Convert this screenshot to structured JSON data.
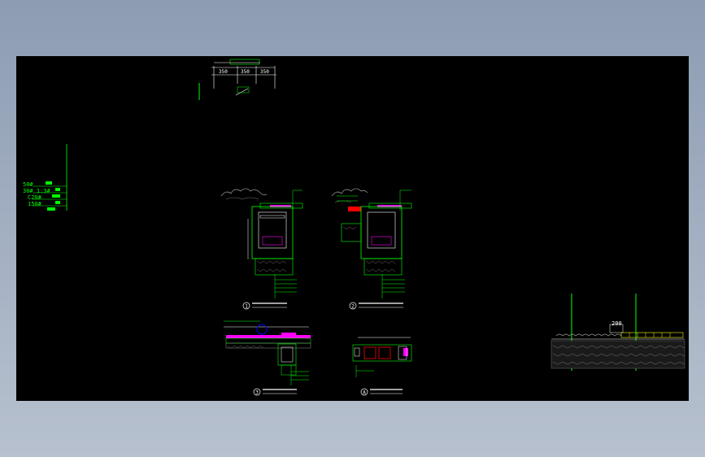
{
  "colors": {
    "background": "#000000",
    "line_green": "#00ff00",
    "line_white": "#ffffff",
    "accent_magenta": "#ff00ff",
    "accent_blue": "#0000ff",
    "accent_red": "#ff0000",
    "accent_yellow": "#ffff00"
  },
  "top_dim": {
    "values": [
      "350",
      "350",
      "350"
    ]
  },
  "left_layers": {
    "items": [
      "50#",
      "30# 1:3#",
      "C20#",
      "150#"
    ]
  },
  "right_section": {
    "dim_label": "200"
  },
  "details": {
    "d1_tag": "1",
    "d2_tag": "2",
    "d3_tag": "3",
    "d4_tag": "A"
  }
}
